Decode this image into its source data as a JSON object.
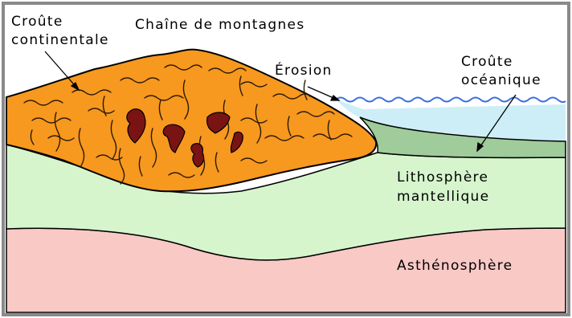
{
  "labels": {
    "continental_crust_line1": "Croûte",
    "continental_crust_line2": "continentale",
    "mountain_chain": "Chaîne de montagnes",
    "erosion": "Érosion",
    "oceanic_crust_line1": "Croûte",
    "oceanic_crust_line2": "océanique",
    "mantle_lithosphere_line1": "Lithosphère",
    "mantle_lithosphere_line2": "mantellique",
    "asthenosphere": "Asthénosphère"
  },
  "colors": {
    "continental_crust": "#f7981f",
    "continental_crust_texture": "#2a1a05",
    "rock_inclusions": "#7a1414",
    "ocean_water": "#cdeef7",
    "ocean_surface_line": "#3a6fe0",
    "oceanic_crust": "#a0cb9a",
    "mantle_lithosphere": "#d6f5cd",
    "asthenosphere": "#f9c9c6",
    "frame": "#8a8a8a"
  }
}
